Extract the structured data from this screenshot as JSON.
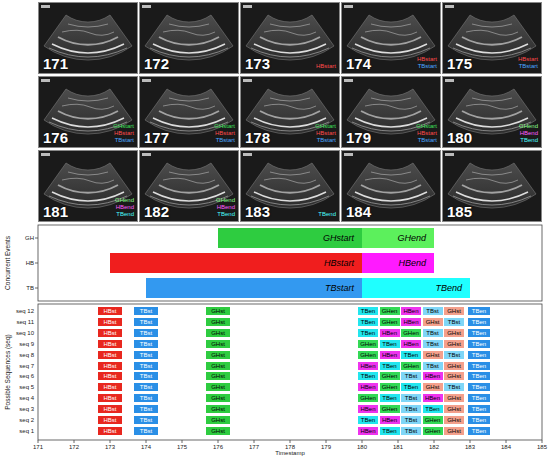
{
  "diagram": {
    "nodes": [
      {
        "text": [
          "171"
        ]
      },
      {
        "text": [
          "172"
        ]
      },
      {
        "text": [
          "173",
          "HBstart"
        ]
      },
      {
        "text": [
          "174",
          "HBstart",
          "TBstart"
        ]
      },
      {
        "text": [
          "175",
          "HBstart",
          "TBstart"
        ]
      },
      {
        "text": [
          "176",
          "GHstart",
          "HBstart",
          "TBstart"
        ]
      },
      {
        "text": [
          "177",
          "GHstart",
          "HBstart",
          "TBstart"
        ]
      },
      {
        "text": [
          "178",
          "GHstart",
          "HBstart",
          "TBstart"
        ]
      },
      {
        "text": [
          "179",
          "GHstart",
          "HBstart",
          "TBstart"
        ]
      },
      {
        "text": [
          "180",
          "GHend",
          "HBend",
          "TBend"
        ]
      },
      {
        "text": [
          "181",
          "GHend",
          "HBend",
          "TBend"
        ]
      },
      {
        "text": [
          "182",
          "GHend",
          "HBend",
          "TBend"
        ]
      },
      {
        "text": [
          "183",
          "TBend"
        ]
      },
      {
        "text": [
          "184"
        ]
      },
      {
        "text": [
          "185"
        ]
      },
      {
        "text": [
          "GHstart"
        ]
      },
      {
        "text": [
          "GHend"
        ]
      },
      {
        "text": [
          "HBstart"
        ]
      },
      {
        "text": [
          "HBend"
        ]
      },
      {
        "text": [
          "TBstart"
        ]
      },
      {
        "text": [
          "TBend"
        ]
      },
      {
        "text": [
          "HBst"
        ]
      },
      {
        "text": [
          "TBst"
        ]
      },
      {
        "text": [
          "GHst"
        ]
      },
      {
        "text": [
          "TBen"
        ]
      },
      {
        "text": [
          "GHen"
        ]
      },
      {
        "text": [
          "HBen"
        ]
      },
      {
        "text": [
          "TBst"
        ]
      },
      {
        "text": [
          "GHst"
        ]
      },
      {
        "text": [
          "TBen"
        ]
      },
      {
        "text": [
          "HBst"
        ]
      },
      {
        "text": [
          "TBst"
        ]
      },
      {
        "text": [
          "GHst"
        ]
      },
      {
        "text": [
          "TBen"
        ]
      },
      {
        "text": [
          "GHen"
        ]
      },
      {
        "text": [
          "HBen"
        ]
      },
      {
        "text": [
          "GHst"
        ]
      },
      {
        "text": [
          "TBst"
        ]
      },
      {
        "text": [
          "TBen"
        ]
      },
      {
        "text": [
          "HBst"
        ]
      },
      {
        "text": [
          "TBst"
        ]
      },
      {
        "text": [
          "GHst"
        ]
      },
      {
        "text": [
          "TBen"
        ]
      },
      {
        "text": [
          "HBen"
        ]
      },
      {
        "text": [
          "GHen"
        ]
      },
      {
        "text": [
          "TBst"
        ]
      },
      {
        "text": [
          "GHst"
        ]
      },
      {
        "text": [
          "TBen"
        ]
      },
      {
        "text": [
          "HBst"
        ]
      },
      {
        "text": [
          "TBst"
        ]
      },
      {
        "text": [
          "GHst"
        ]
      },
      {
        "text": [
          "GHen"
        ]
      },
      {
        "text": [
          "TBen"
        ]
      },
      {
        "text": [
          "HBen"
        ]
      },
      {
        "text": [
          "TBst"
        ]
      },
      {
        "text": [
          "GHst"
        ]
      },
      {
        "text": [
          "TBen"
        ]
      },
      {
        "text": [
          "HBst"
        ]
      },
      {
        "text": [
          "TBst"
        ]
      },
      {
        "text": [
          "GHst"
        ]
      },
      {
        "text": [
          "GHen"
        ]
      },
      {
        "text": [
          "HBen"
        ]
      },
      {
        "text": [
          "TBen"
        ]
      },
      {
        "text": [
          "GHst"
        ]
      },
      {
        "text": [
          "TBst"
        ]
      },
      {
        "text": [
          "TBen"
        ]
      },
      {
        "text": [
          "HBst"
        ]
      },
      {
        "text": [
          "TBst"
        ]
      },
      {
        "text": [
          "GHst"
        ]
      },
      {
        "text": [
          "HBen"
        ]
      },
      {
        "text": [
          "TBen"
        ]
      },
      {
        "text": [
          "GHen"
        ]
      },
      {
        "text": [
          "TBst"
        ]
      },
      {
        "text": [
          "GHst"
        ]
      },
      {
        "text": [
          "TBen"
        ]
      },
      {
        "text": [
          "HBst"
        ]
      },
      {
        "text": [
          "TBst"
        ]
      },
      {
        "text": [
          "GHst"
        ]
      },
      {
        "text": [
          "TBen"
        ]
      },
      {
        "text": [
          "GHen"
        ]
      },
      {
        "text": [
          "TBst"
        ]
      },
      {
        "text": [
          "HBen"
        ]
      },
      {
        "text": [
          "GHst"
        ]
      },
      {
        "text": [
          "TBen"
        ]
      },
      {
        "text": [
          "HBst"
        ]
      },
      {
        "text": [
          "TBst"
        ]
      },
      {
        "text": [
          "GHst"
        ]
      },
      {
        "text": [
          "HBen"
        ]
      },
      {
        "text": [
          "GHen"
        ]
      },
      {
        "text": [
          "TBen"
        ]
      },
      {
        "text": [
          "GHst"
        ]
      },
      {
        "text": [
          "TBst"
        ]
      },
      {
        "text": [
          "TBen"
        ]
      },
      {
        "text": [
          "HBst"
        ]
      },
      {
        "text": [
          "TBst"
        ]
      },
      {
        "text": [
          "GHst"
        ]
      },
      {
        "text": [
          "GHen"
        ]
      },
      {
        "text": [
          "TBen"
        ]
      },
      {
        "text": [
          "TBst"
        ]
      },
      {
        "text": [
          "HBen"
        ]
      },
      {
        "text": [
          "GHst"
        ]
      },
      {
        "text": [
          "TBen"
        ]
      },
      {
        "text": [
          "HBst"
        ]
      },
      {
        "text": [
          "TBst"
        ]
      },
      {
        "text": [
          "GHst"
        ]
      },
      {
        "text": [
          "HBen"
        ]
      },
      {
        "text": [
          "GHen"
        ]
      },
      {
        "text": [
          "TBst"
        ]
      },
      {
        "text": [
          "TBen"
        ]
      },
      {
        "text": [
          "GHst"
        ]
      },
      {
        "text": [
          "TBen"
        ]
      },
      {
        "text": [
          "HBst"
        ]
      },
      {
        "text": [
          "TBst"
        ]
      },
      {
        "text": [
          "GHst"
        ]
      },
      {
        "text": [
          "TBen"
        ]
      },
      {
        "text": [
          "HBen"
        ]
      },
      {
        "text": [
          "TBst"
        ]
      },
      {
        "text": [
          "GHen"
        ]
      },
      {
        "text": [
          "GHst"
        ]
      },
      {
        "text": [
          "TBen"
        ]
      },
      {
        "text": [
          "HBst"
        ]
      },
      {
        "text": [
          "TBst"
        ]
      },
      {
        "text": [
          "GHst"
        ]
      },
      {
        "text": [
          "HBen"
        ]
      },
      {
        "text": [
          "TBen"
        ]
      },
      {
        "text": [
          "TBst"
        ]
      },
      {
        "text": [
          "GHen"
        ]
      },
      {
        "text": [
          "GHst"
        ]
      },
      {
        "text": [
          "TBen"
        ]
      }
    ],
    "labels": [
      "Concurrent Events",
      "GH",
      "HB",
      "TB",
      "Possible Sequences (seq)",
      "seq 12",
      "seq 11",
      "seq 10",
      "seq 9",
      "seq 8",
      "seq 7",
      "seq 6",
      "seq 5",
      "seq 4",
      "seq 3",
      "seq 2",
      "seq 1",
      "171",
      "172",
      "173",
      "174",
      "175",
      "176",
      "177",
      "178",
      "179",
      "180",
      "181",
      "182",
      "183",
      "184",
      "185",
      "Timestamp"
    ]
  }
}
